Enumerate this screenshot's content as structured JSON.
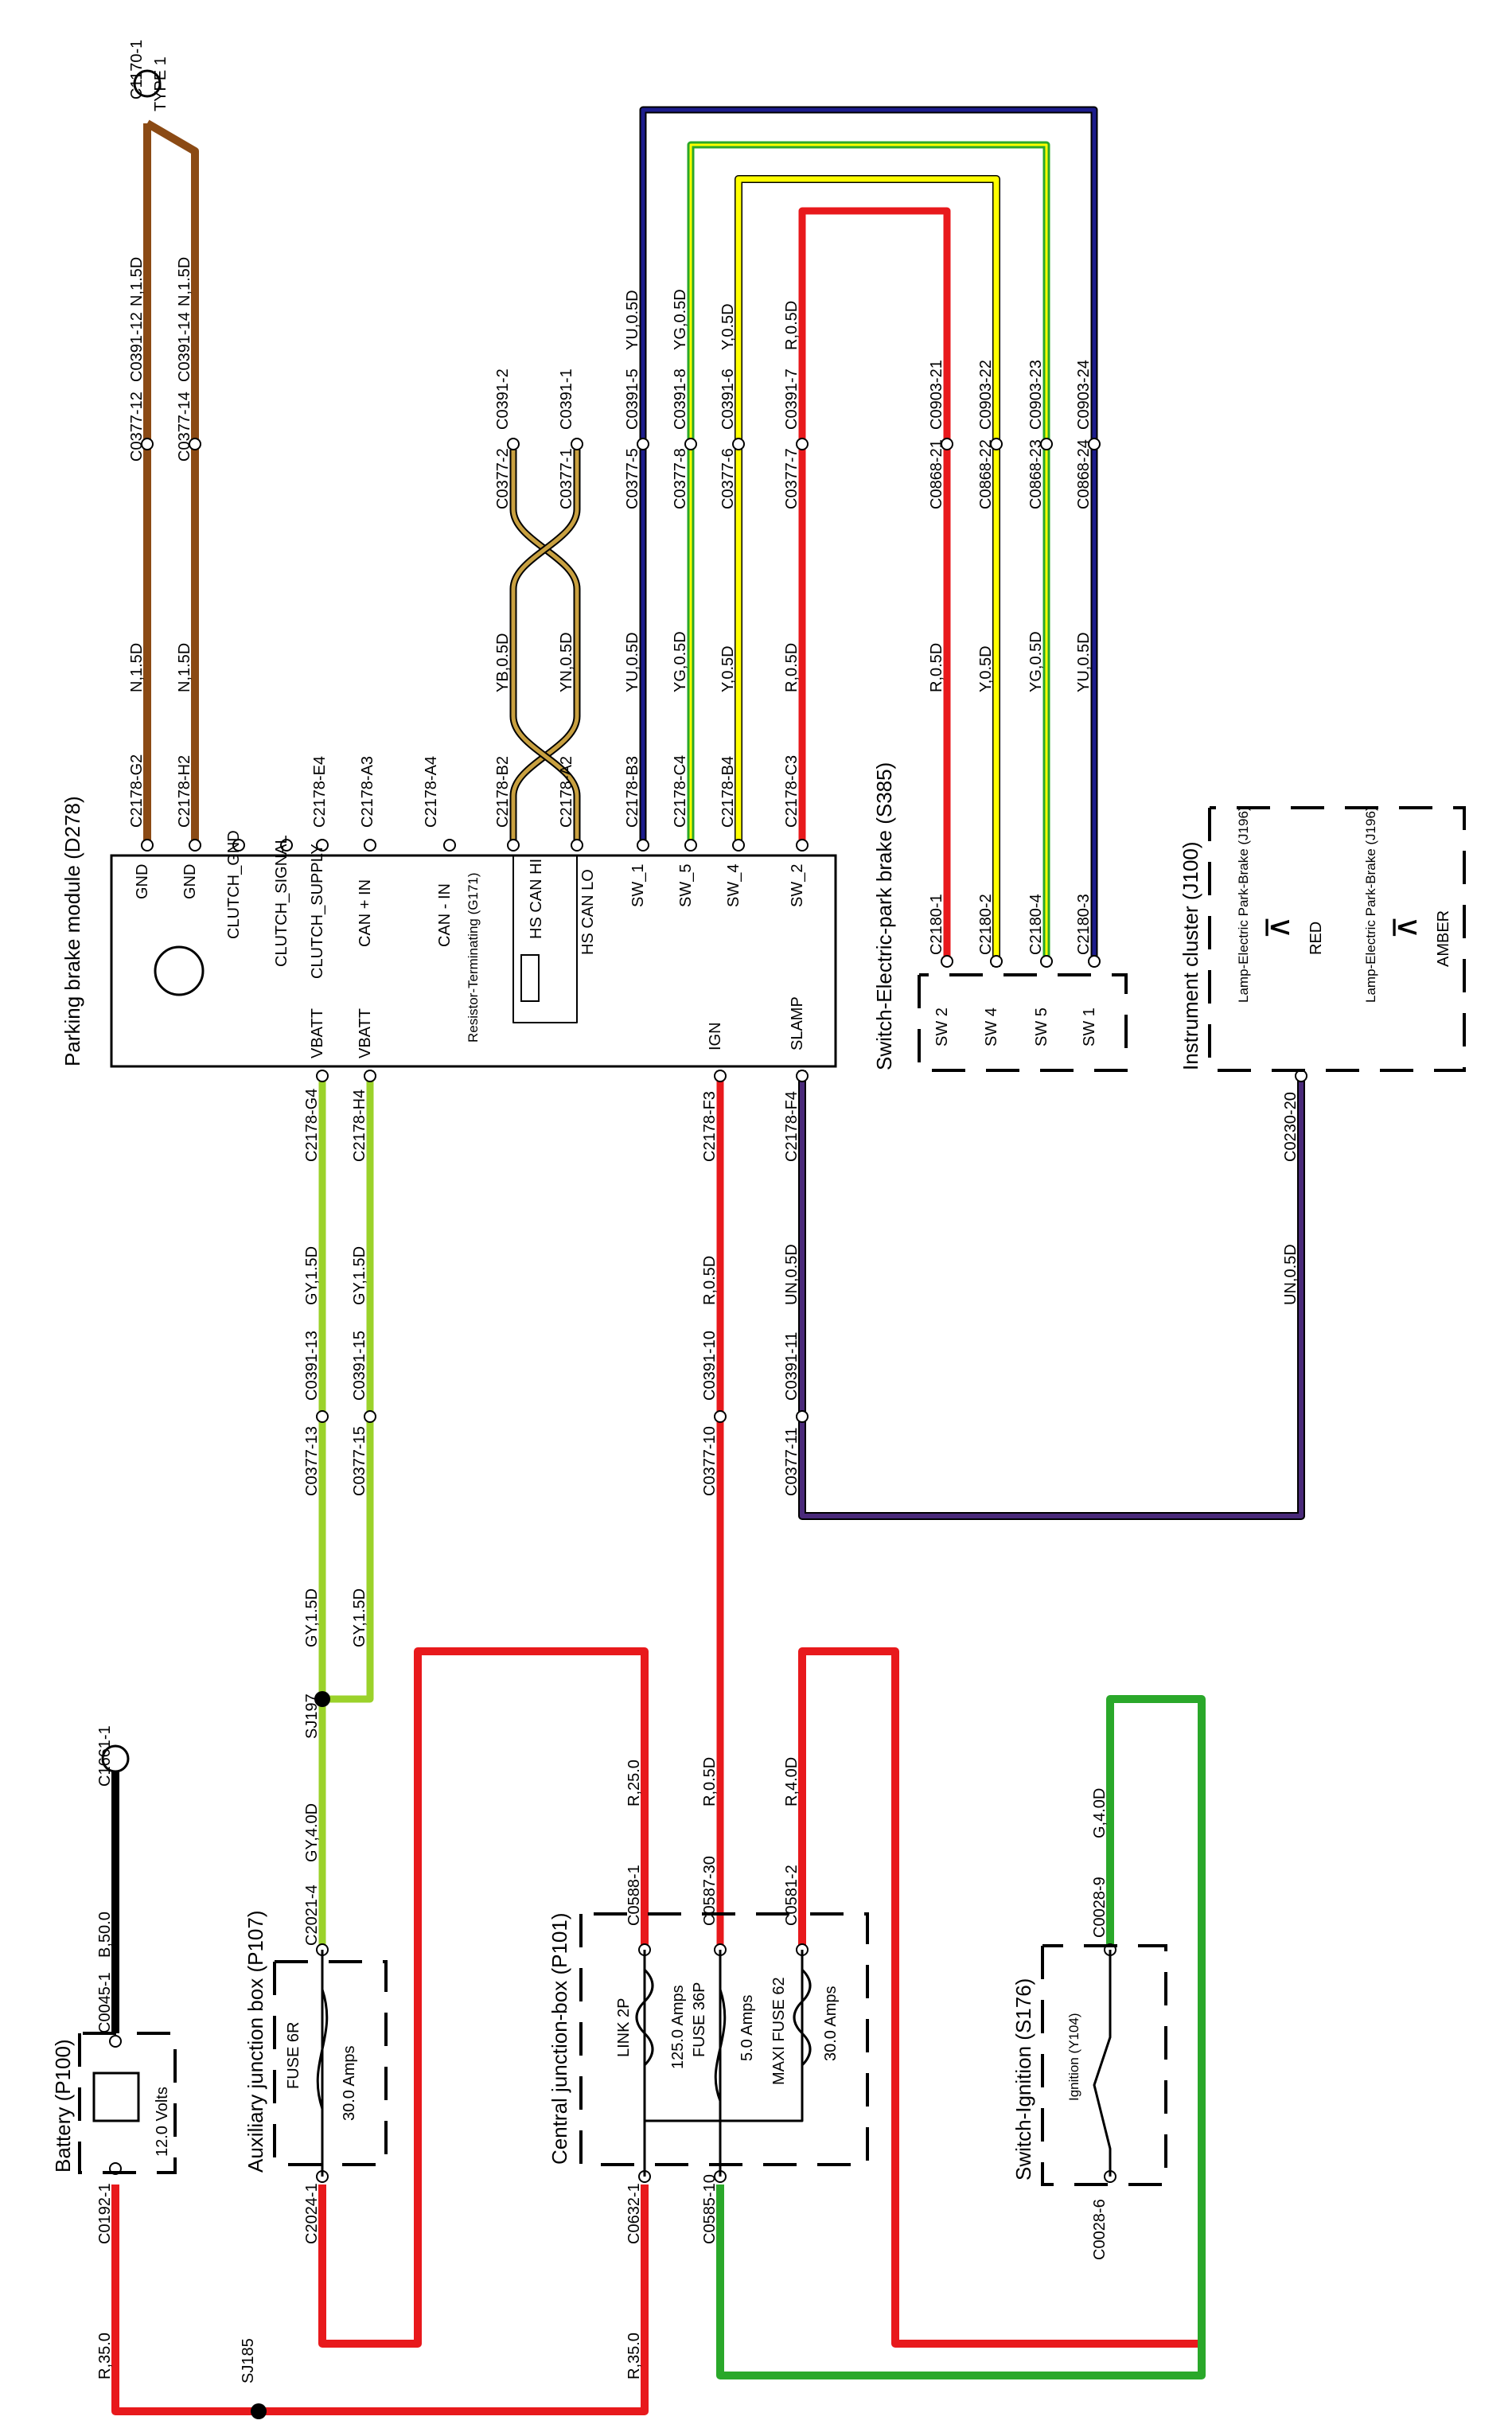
{
  "colors": {
    "red": "#e8191c",
    "brown": "#8b4a14",
    "black": "#000000",
    "green": "#2aa82a",
    "yellow": "#ffff00",
    "yellowgreen": "#9bd22a",
    "blue": "#1c1c8c",
    "purple": "#4a2a7a",
    "tan": "#c8a040"
  },
  "components": {
    "parking_brake": {
      "title": "Parking brake module (D278)",
      "pins_top": [
        "GND",
        "GND",
        "CLUTCH_GND",
        "CLUTCH_SIGNAL",
        "CLUTCH_SUPPLY",
        "CAN + IN",
        "CAN - IN",
        "HS CAN HI",
        "HS CAN LO",
        "SW_1",
        "SW_5",
        "SW_4",
        "SW_2"
      ],
      "pins_bottom": [
        "VBATT",
        "VBATT",
        "IGN",
        "SLAMP"
      ],
      "resistor": "Resistor-Terminating (G171)"
    },
    "switch_epb": {
      "title": "Switch-Electric-park brake (S385)",
      "pins": [
        "SW 2",
        "SW 4",
        "SW 5",
        "SW 1"
      ]
    },
    "cluster": {
      "title": "Instrument cluster (J100)",
      "lamp1": "Lamp-Electric Park-Brake (J196)",
      "lamp1_color": "RED",
      "lamp2": "Lamp-Electric Park-Brake (J196)",
      "lamp2_color": "AMBER"
    },
    "battery": {
      "title": "Battery (P100)",
      "voltage": "12.0 Volts"
    },
    "aux_box": {
      "title": "Auxiliary junction box (P107)",
      "fuse": "FUSE 6R",
      "rating": "30.0 Amps"
    },
    "cjb": {
      "title": "Central junction-box (P101)",
      "link": "LINK 2P",
      "link_rating": "125.0 Amps",
      "fuse": "FUSE 36P",
      "fuse_rating": "5.0 Amps",
      "maxi": "MAXI FUSE 62",
      "maxi_rating": "30.0 Amps"
    },
    "ign_switch": {
      "title": "Switch-Ignition (S176)",
      "relay": "Ignition (Y104)"
    }
  },
  "connectors": {
    "c1170": "C1170-1",
    "c1170_type": "TYPE 1",
    "c0391_12": "C0391-12",
    "c0377_12": "C0377-12",
    "c0391_14": "C0391-14",
    "c0377_14": "C0377-14",
    "c2178_g2": "C2178-G2",
    "c2178_h2": "C2178-H2",
    "c2178_e4": "C2178-E4",
    "c2178_a3": "C2178-A3",
    "c2178_a4": "C2178-A4",
    "c2178_b2": "C2178-B2",
    "c2178_a2": "C2178-A2",
    "c2178_b3": "C2178-B3",
    "c2178_c4": "C2178-C4",
    "c2178_b4": "C2178-B4",
    "c2178_c3": "C2178-C3",
    "c0391_2": "C0391-2",
    "c0377_2": "C0377-2",
    "c0391_1": "C0391-1",
    "c0377_1": "C0377-1",
    "c0391_5": "C0391-5",
    "c0377_5": "C0377-5",
    "c0391_8": "C0391-8",
    "c0377_8": "C0377-8",
    "c0391_6": "C0391-6",
    "c0377_6": "C0377-6",
    "c0391_7": "C0391-7",
    "c0377_7": "C0377-7",
    "c0903_21": "C0903-21",
    "c0868_21": "C0868-21",
    "c0903_22": "C0903-22",
    "c0868_22": "C0868-22",
    "c0903_23": "C0903-23",
    "c0868_23": "C0868-23",
    "c0903_24": "C0903-24",
    "c0868_24": "C0868-24",
    "c2180_1": "C2180-1",
    "c2180_2": "C2180-2",
    "c2180_4": "C2180-4",
    "c2180_3": "C2180-3",
    "c2178_g4": "C2178-G4",
    "c2178_h4": "C2178-H4",
    "c2178_f3": "C2178-F3",
    "c2178_f4": "C2178-F4",
    "c0377_13": "C0377-13",
    "c0391_13": "C0391-13",
    "c0377_15": "C0377-15",
    "c0391_15": "C0391-15",
    "c0377_10": "C0377-10",
    "c0391_10": "C0391-10",
    "c0377_11": "C0377-11",
    "c0391_11": "C0391-11",
    "c0230_20": "C0230-20",
    "sj197": "SJ197",
    "sj185": "SJ185",
    "c1661": "C1661-1",
    "c0045": "C0045-1",
    "c0192": "C0192-1",
    "c2021_4": "C2021-4",
    "c2024_1": "C2024-1",
    "c0588_1": "C0588-1",
    "c0587_30": "C0587-30",
    "c0581_2": "C0581-2",
    "c0632_1": "C0632-1",
    "c0585_10": "C0585-10",
    "c0028_9": "C0028-9",
    "c0028_6": "C0028-6"
  },
  "wires": {
    "n15": "N,1.5D",
    "yb05": "YB,0.5D",
    "yn05": "YN,0.5D",
    "yu05": "YU,0.5D",
    "yg05": "YG,0.5D",
    "y05": "Y,0.5D",
    "r05": "R,0.5D",
    "gy15": "GY,1.5D",
    "un05": "UN,0.5D",
    "gy40": "GY,4.0D",
    "b500": "B,50.0",
    "r350": "R,35.0",
    "r250": "R,25.0",
    "r40": "R,4.0D",
    "g40": "G,4.0D"
  }
}
